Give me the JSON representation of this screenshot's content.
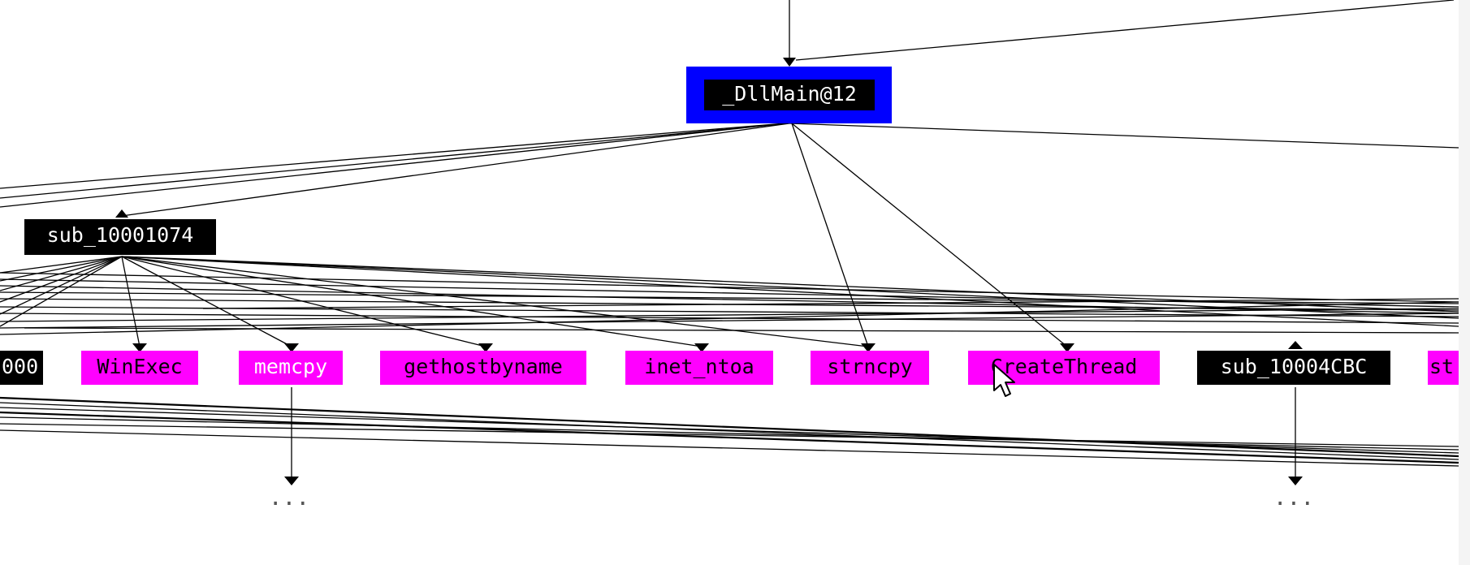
{
  "colors": {
    "selected_border": "#0000ff",
    "function_node_fill": "#000000",
    "function_node_text": "#ffffff",
    "import_node_fill": "#ff00ff",
    "import_node_text": "#000000",
    "edge": "#000000",
    "background": "#ffffff"
  },
  "graph": {
    "root": {
      "label": "_DllMain@12"
    },
    "sub_1074": {
      "label": "sub_10001074"
    },
    "row": {
      "partial_left": "000",
      "winexec": "WinExec",
      "memcpy": "memcpy",
      "gethostbyname": "gethostbyname",
      "inet_ntoa": "inet_ntoa",
      "strncpy": "strncpy",
      "createthread": "CreateThread",
      "sub_4cbc": "sub_10004CBC",
      "partial_right": "st"
    },
    "ellipsis_memcpy": "...",
    "ellipsis_sub_4cbc": "..."
  },
  "cursor_icon": "mouse-pointer-icon"
}
